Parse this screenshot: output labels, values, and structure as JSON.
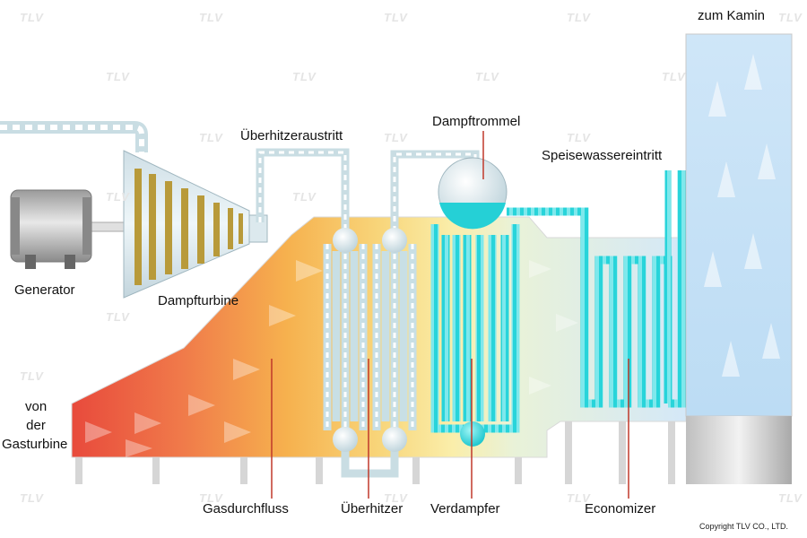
{
  "labels": {
    "zum_kamin": "zum Kamin",
    "dampftrommel": "Dampftrommel",
    "ueberhitzeraustritt": "Überhitzeraustritt",
    "speisewassereintritt": "Speisewassereintritt",
    "generator": "Generator",
    "dampfturbine": "Dampfturbine",
    "von": "von",
    "der": "der",
    "gasturbine": "Gasturbine",
    "gasdurchfluss": "Gasdurchfluss",
    "ueberhitzer": "Überhitzer",
    "verdampfer": "Verdampfer",
    "economizer": "Economizer"
  },
  "watermark": "TLV",
  "copyright": "Copyright TLV CO., LTD.",
  "colors": {
    "hot_gas": "#e8453a",
    "warm_gas": "#f5c04a",
    "cool_gas": "#fbf2a8",
    "exhaust": "#cfe8fb",
    "water": "#27d3d8",
    "steam_pipe": "#cde5ea",
    "callout": "#c0392b"
  }
}
